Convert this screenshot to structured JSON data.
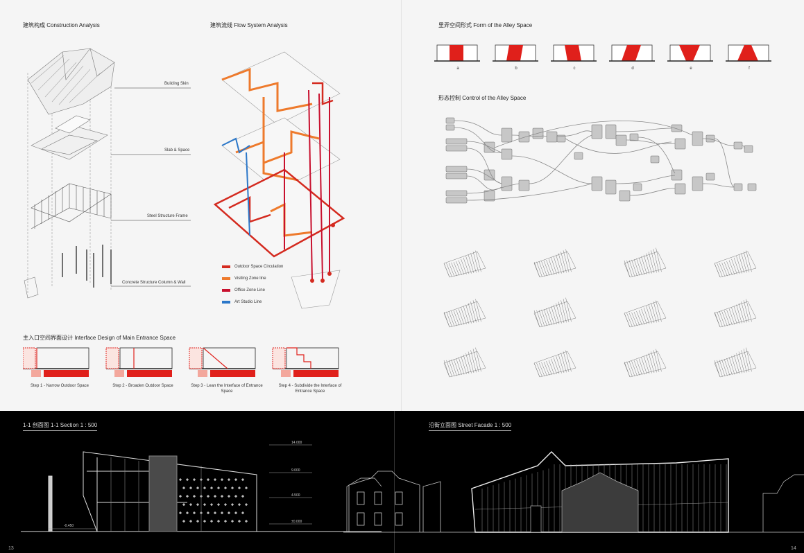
{
  "construction": {
    "title": "建筑构成 Construction Analysis",
    "labels": [
      "Building Skin",
      "Slab & Space",
      "Steel Structure Frame",
      "Concrete Structure Column & Wall"
    ]
  },
  "flow": {
    "title": "建筑流线  Flow System Analysis",
    "legend": [
      {
        "label": "Outdoor Space Circulation",
        "color": "#d42a1f"
      },
      {
        "label": "Visiting Zone line",
        "color": "#ee7a2c"
      },
      {
        "label": "Office Zone Line",
        "color": "#c8102e"
      },
      {
        "label": "Art Studio Line",
        "color": "#2b77c9"
      }
    ]
  },
  "entrance": {
    "title": "主入口空间界面设计    Interface Design of Main Entrance Space",
    "steps": [
      "Step 1 - Narrow Outdoor Space",
      "Step 2 - Broaden Outdoor Space",
      "Step 3 - Lean the Interface of Entrance Space",
      "Step 4 - Subdivide the Interface of Entrance Space"
    ]
  },
  "alley_form": {
    "title": "里弄空间形式   Form of the Alley Space",
    "labels": [
      "a",
      "b",
      "c",
      "d",
      "e",
      "f"
    ],
    "accent": "#e0201b"
  },
  "alley_control": {
    "title": "形态控制 Control of the Alley Space"
  },
  "section": {
    "title": "1-1 剖面图  1-1 Section    1 : 500",
    "levels": [
      "14.000",
      "9.000",
      "4.500",
      "±0.000"
    ],
    "ground": "-0.450"
  },
  "facade": {
    "title": "沿街立面图  Street Facade    1 : 500"
  },
  "pages": {
    "left": "13",
    "right": "14"
  }
}
